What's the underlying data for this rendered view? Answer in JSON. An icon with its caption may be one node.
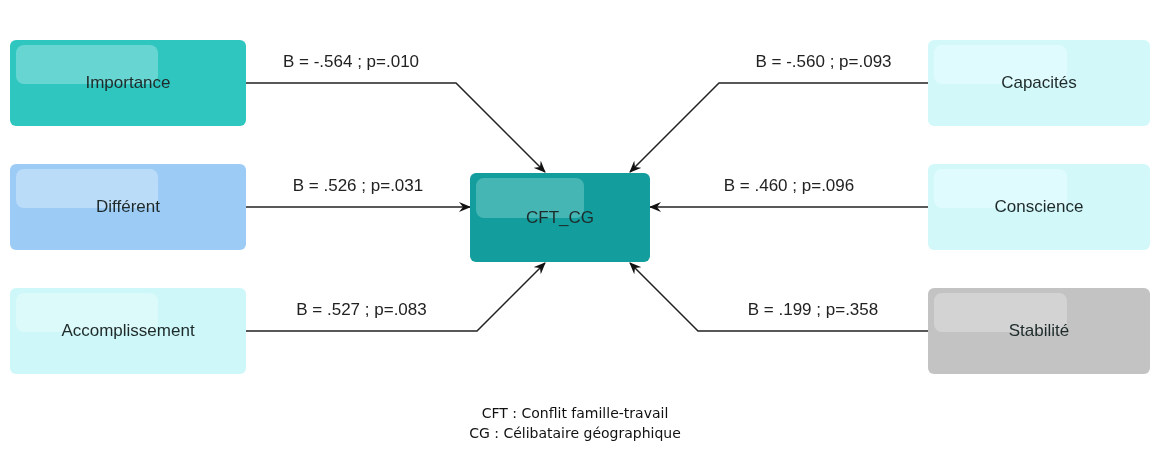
{
  "diagram": {
    "nodes": [
      {
        "text": [
          "Importance"
        ]
      },
      {
        "text": [
          "Différent"
        ]
      },
      {
        "text": [
          "Accomplissement"
        ]
      },
      {
        "text": [
          "CFT_CG"
        ]
      },
      {
        "text": [
          "Capacités"
        ]
      },
      {
        "text": [
          "Conscience"
        ]
      },
      {
        "text": [
          "Stabilité"
        ]
      }
    ],
    "edges": [
      {
        "from": 0,
        "to": 3,
        "arrow": "to",
        "label": "B = -.564 ; p=.010"
      },
      {
        "from": 1,
        "to": 3,
        "arrow": "to",
        "label": "B = .526 ; p=.031"
      },
      {
        "from": 2,
        "to": 3,
        "arrow": "to",
        "label": "B = .527 ; p=.083"
      },
      {
        "from": 4,
        "to": 3,
        "arrow": "to",
        "label": "B = -.560 ; p=.093"
      },
      {
        "from": 5,
        "to": 3,
        "arrow": "to",
        "label": "B = .460 ; p=.096"
      },
      {
        "from": 6,
        "to": 3,
        "arrow": "to",
        "label": "B = .199 ; p=.358"
      }
    ],
    "labels": [
      "CFT : Conflit famille-travail",
      "CG : Célibataire géographique"
    ]
  }
}
